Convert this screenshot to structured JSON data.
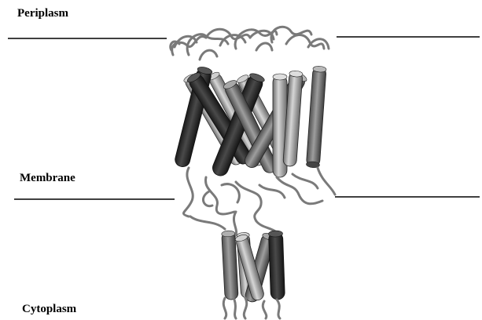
{
  "labels": {
    "periplasm": "Periplasm",
    "membrane": "Membrane",
    "cytoplasm": "Cytoplasm"
  },
  "colors": {
    "dark_helix": "#2e2e2e",
    "light_helix": "#9a9a9a",
    "loop": "#888888",
    "boundary_line": "#000000"
  }
}
